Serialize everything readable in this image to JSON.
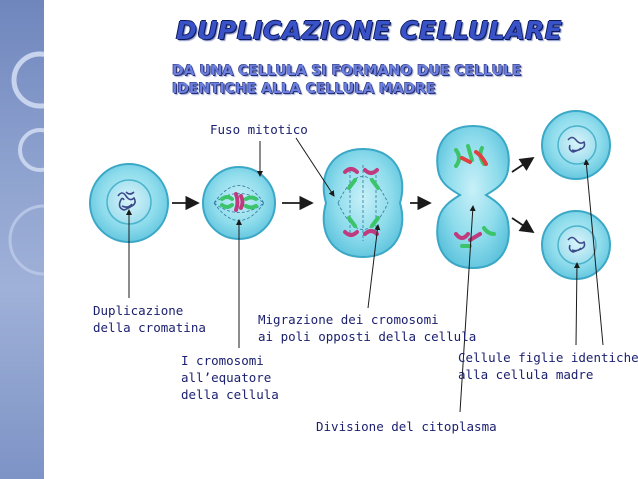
{
  "title": "DUPLICAZIONE CELLULARE",
  "subtitle": {
    "line1": "DA UNA CELLULA SI FORMANO DUE CELLULE",
    "line2": "IDENTICHE ALLA CELLULA MADRE"
  },
  "labels": {
    "fuso": "Fuso mitotico",
    "duplicazione": "Duplicazione\ndella cromatina",
    "cromosomi": "I cromosomi\nall’equatore\ndella cellula",
    "migrazione": "Migrazione dei cromosomi\nai poli opposti della cellula",
    "divisione": "Divisione del citoplasma",
    "figlie": "Cellule figlie identiche\nalla cellula madre"
  },
  "colors": {
    "title": "#3a52c8",
    "cell_fill": "#7fd6e8",
    "cell_border": "#2a9ab8",
    "chromosome_green": "#3cc46a",
    "chromosome_magenta": "#c03a7e",
    "chromosome_red": "#e04040"
  }
}
